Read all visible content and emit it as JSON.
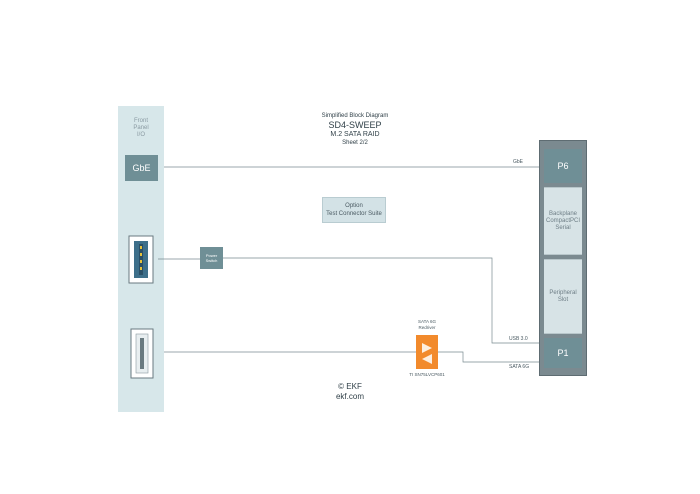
{
  "front_panel": {
    "label_lines": [
      "Front",
      "Panel",
      "I/O"
    ],
    "gbe": "GbE"
  },
  "title": {
    "line1": "Simplified Block Diagram",
    "line2": "SD4-SWEEP",
    "line3": "M.2 SATA RAID",
    "line4": "Sheet 2/2"
  },
  "option_box": {
    "line1": "Option",
    "line2": "Test Connector Suite"
  },
  "power_switch": {
    "line1": "Power",
    "line2": "Switch"
  },
  "sata_raid": {
    "top_line1": "SATA 6G",
    "top_line2": "Redriver",
    "bottom": "TI SN75LVCP601"
  },
  "line_labels": {
    "gbe": "GbE",
    "usb": "USB 3.0",
    "sata": "SATA 6G"
  },
  "backplane": {
    "p6": "P6",
    "bp_lines": [
      "Backplane",
      "CompactPCI",
      "Serial"
    ],
    "ps_lines": [
      "Peripheral",
      "Slot"
    ],
    "p1": "P1"
  },
  "footer": {
    "copyright": "© EKF",
    "url": "ekf.com"
  },
  "colors": {
    "panel": "#d7e7ea",
    "module": "#6f8f96",
    "accent_orange": "#f28a2c",
    "backplane": "#7b8a90"
  }
}
